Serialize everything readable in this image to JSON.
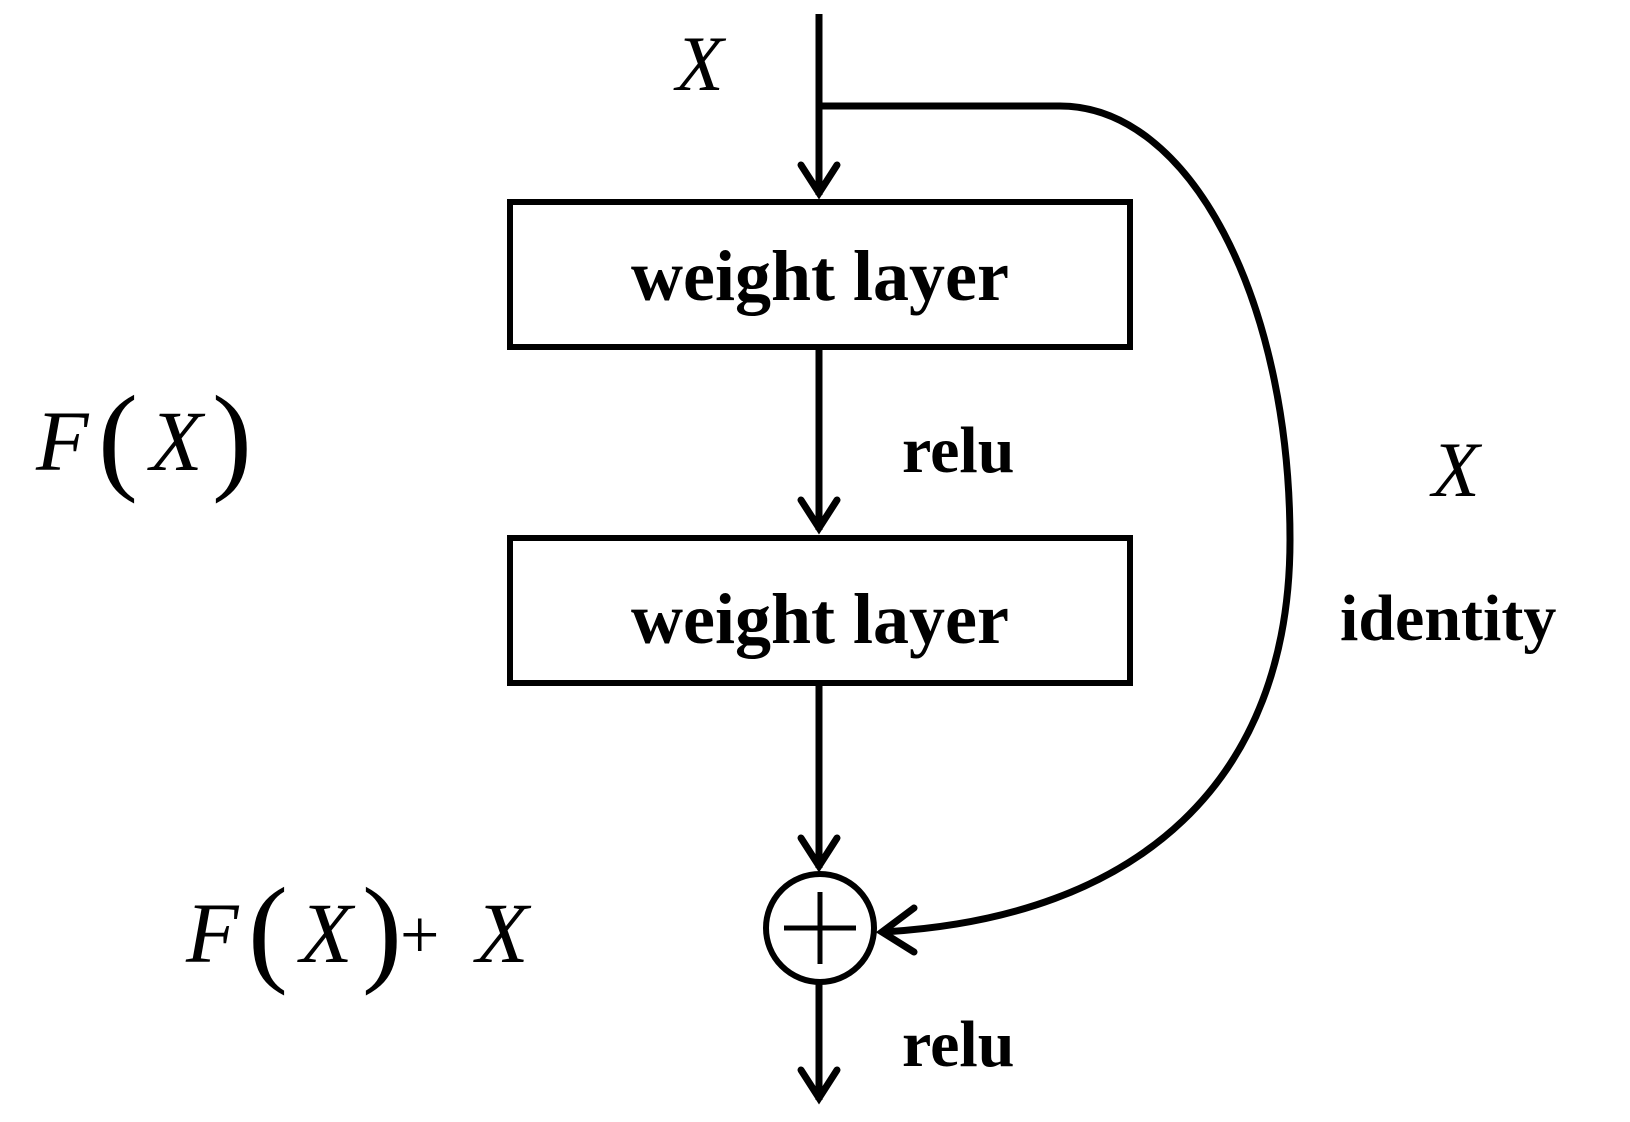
{
  "diagram": {
    "input_label": "X",
    "box_top_label": "weight layer",
    "box_bottom_label": "weight layer",
    "relu_middle_label": "relu",
    "relu_bottom_label": "relu",
    "fx_var": "F",
    "fx_arg": "X",
    "sum_f": "F",
    "sum_arg": "X",
    "sum_plus": "+",
    "sum_x": "X",
    "identity_x": "X",
    "identity_label": "identity"
  }
}
